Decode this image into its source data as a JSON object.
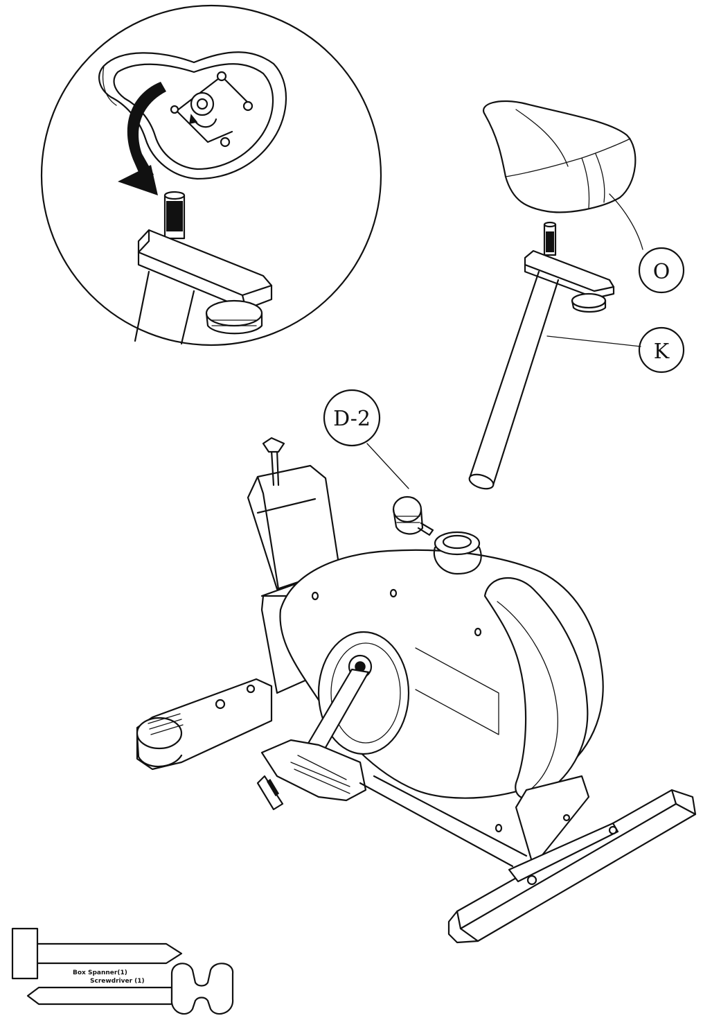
{
  "callouts": {
    "seat": "O",
    "seat_post": "K",
    "knob": "D-2"
  },
  "tools": {
    "spanner_label": "Box Spanner(1)",
    "wrench_label": "Screwdriver (1)"
  }
}
